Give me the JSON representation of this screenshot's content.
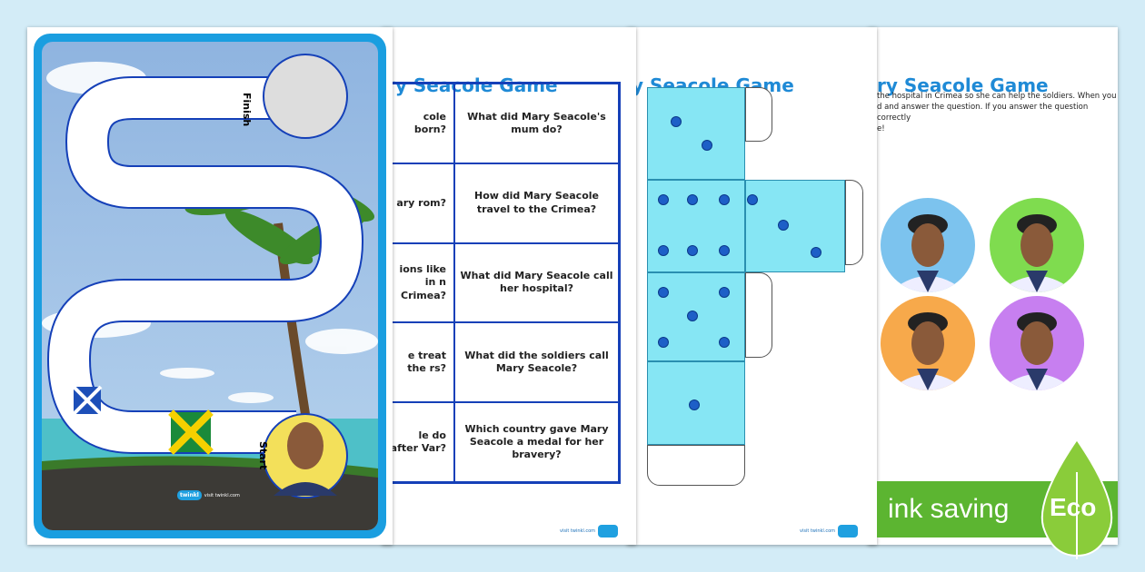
{
  "board": {
    "finish_label": "Finish",
    "start_label": "Start",
    "brand": "twinkl",
    "brand_url": "visit twinkl.com",
    "frame_color": "#1a9ee0"
  },
  "question_cards": {
    "title": "ry Seacole Game",
    "rows": [
      {
        "left": "cole born?",
        "right": "What did Mary Seacole's mum do?"
      },
      {
        "left": "ary rom?",
        "right": "How did Mary Seacole travel to the Crimea?"
      },
      {
        "left": "ions like in n Crimea?",
        "right": "What did Mary Seacole call her hospital?"
      },
      {
        "left": "e treat the rs?",
        "right": "What did the soldiers call Mary Seacole?"
      },
      {
        "left": "le do after Var?",
        "right": "Which country gave Mary Seacole a medal for her bravery?"
      }
    ],
    "footer": "visit twinkl.com"
  },
  "dice_page": {
    "title": "y Seacole Game",
    "die_color": "#86e6f4",
    "dot_color": "#1d5fc7",
    "footer": "visit twinkl.com"
  },
  "instructions_page": {
    "title": "ry Seacole Game",
    "text_lines": [
      "the hospital in Crimea so she can help the soldiers. When you",
      "d and answer the question. If you answer the question correctly",
      "e!"
    ],
    "counter_colors": [
      "#7cc3ee",
      "#7fdc4f",
      "#f7a94b",
      "#c77ff0"
    ]
  },
  "eco_badge": {
    "label": "ink saving",
    "eco": "Eco",
    "color": "#5cb531"
  }
}
